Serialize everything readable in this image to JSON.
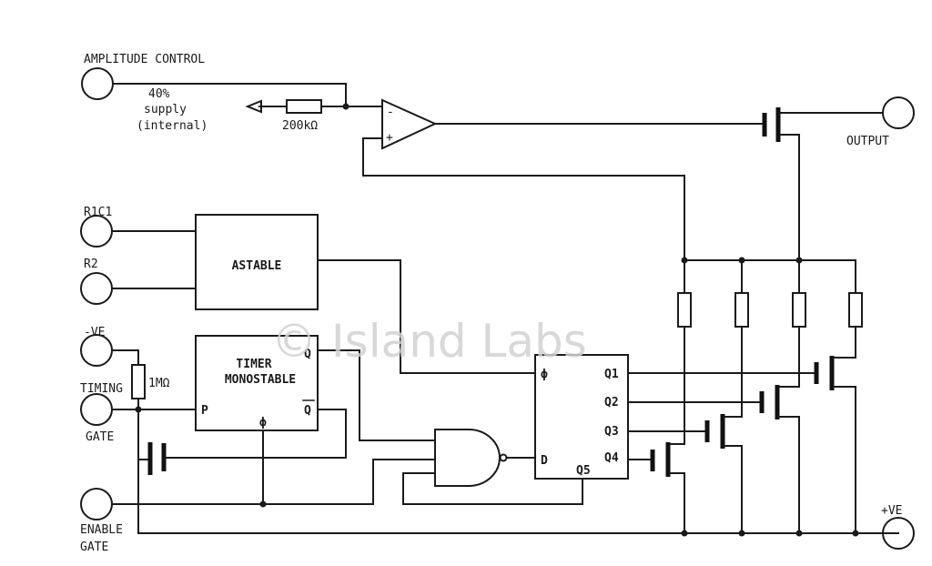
{
  "labels": {
    "amplitude_control": "AMPLITUDE CONTROL",
    "supply_line1": "40%",
    "supply_line2": "supply",
    "supply_line3": "(internal)",
    "resistor_200k": "200kΩ",
    "output": "OUTPUT",
    "r1c1": "R1C1",
    "r2": "R2",
    "minus_ve": "-VE",
    "resistor_1m": "1MΩ",
    "timing": "TIMING",
    "timing_gate": "GATE",
    "enable": "ENABLE",
    "enable_gate": "GATE",
    "plus_ve": "+VE",
    "opamp_minus": "-",
    "opamp_plus": "+"
  },
  "blocks": {
    "astable": "ASTABLE",
    "timer_line1": "TIMER",
    "timer_line2": "MONOSTABLE",
    "timer_q": "Q",
    "timer_qbar": "Q",
    "timer_p": "P",
    "timer_phi": "ϕ",
    "counter_phi": "ϕ",
    "counter_d": "D",
    "counter_q1": "Q1",
    "counter_q2": "Q2",
    "counter_q3": "Q3",
    "counter_q4": "Q4",
    "counter_q5": "Q5"
  },
  "watermark": "© Island Labs"
}
